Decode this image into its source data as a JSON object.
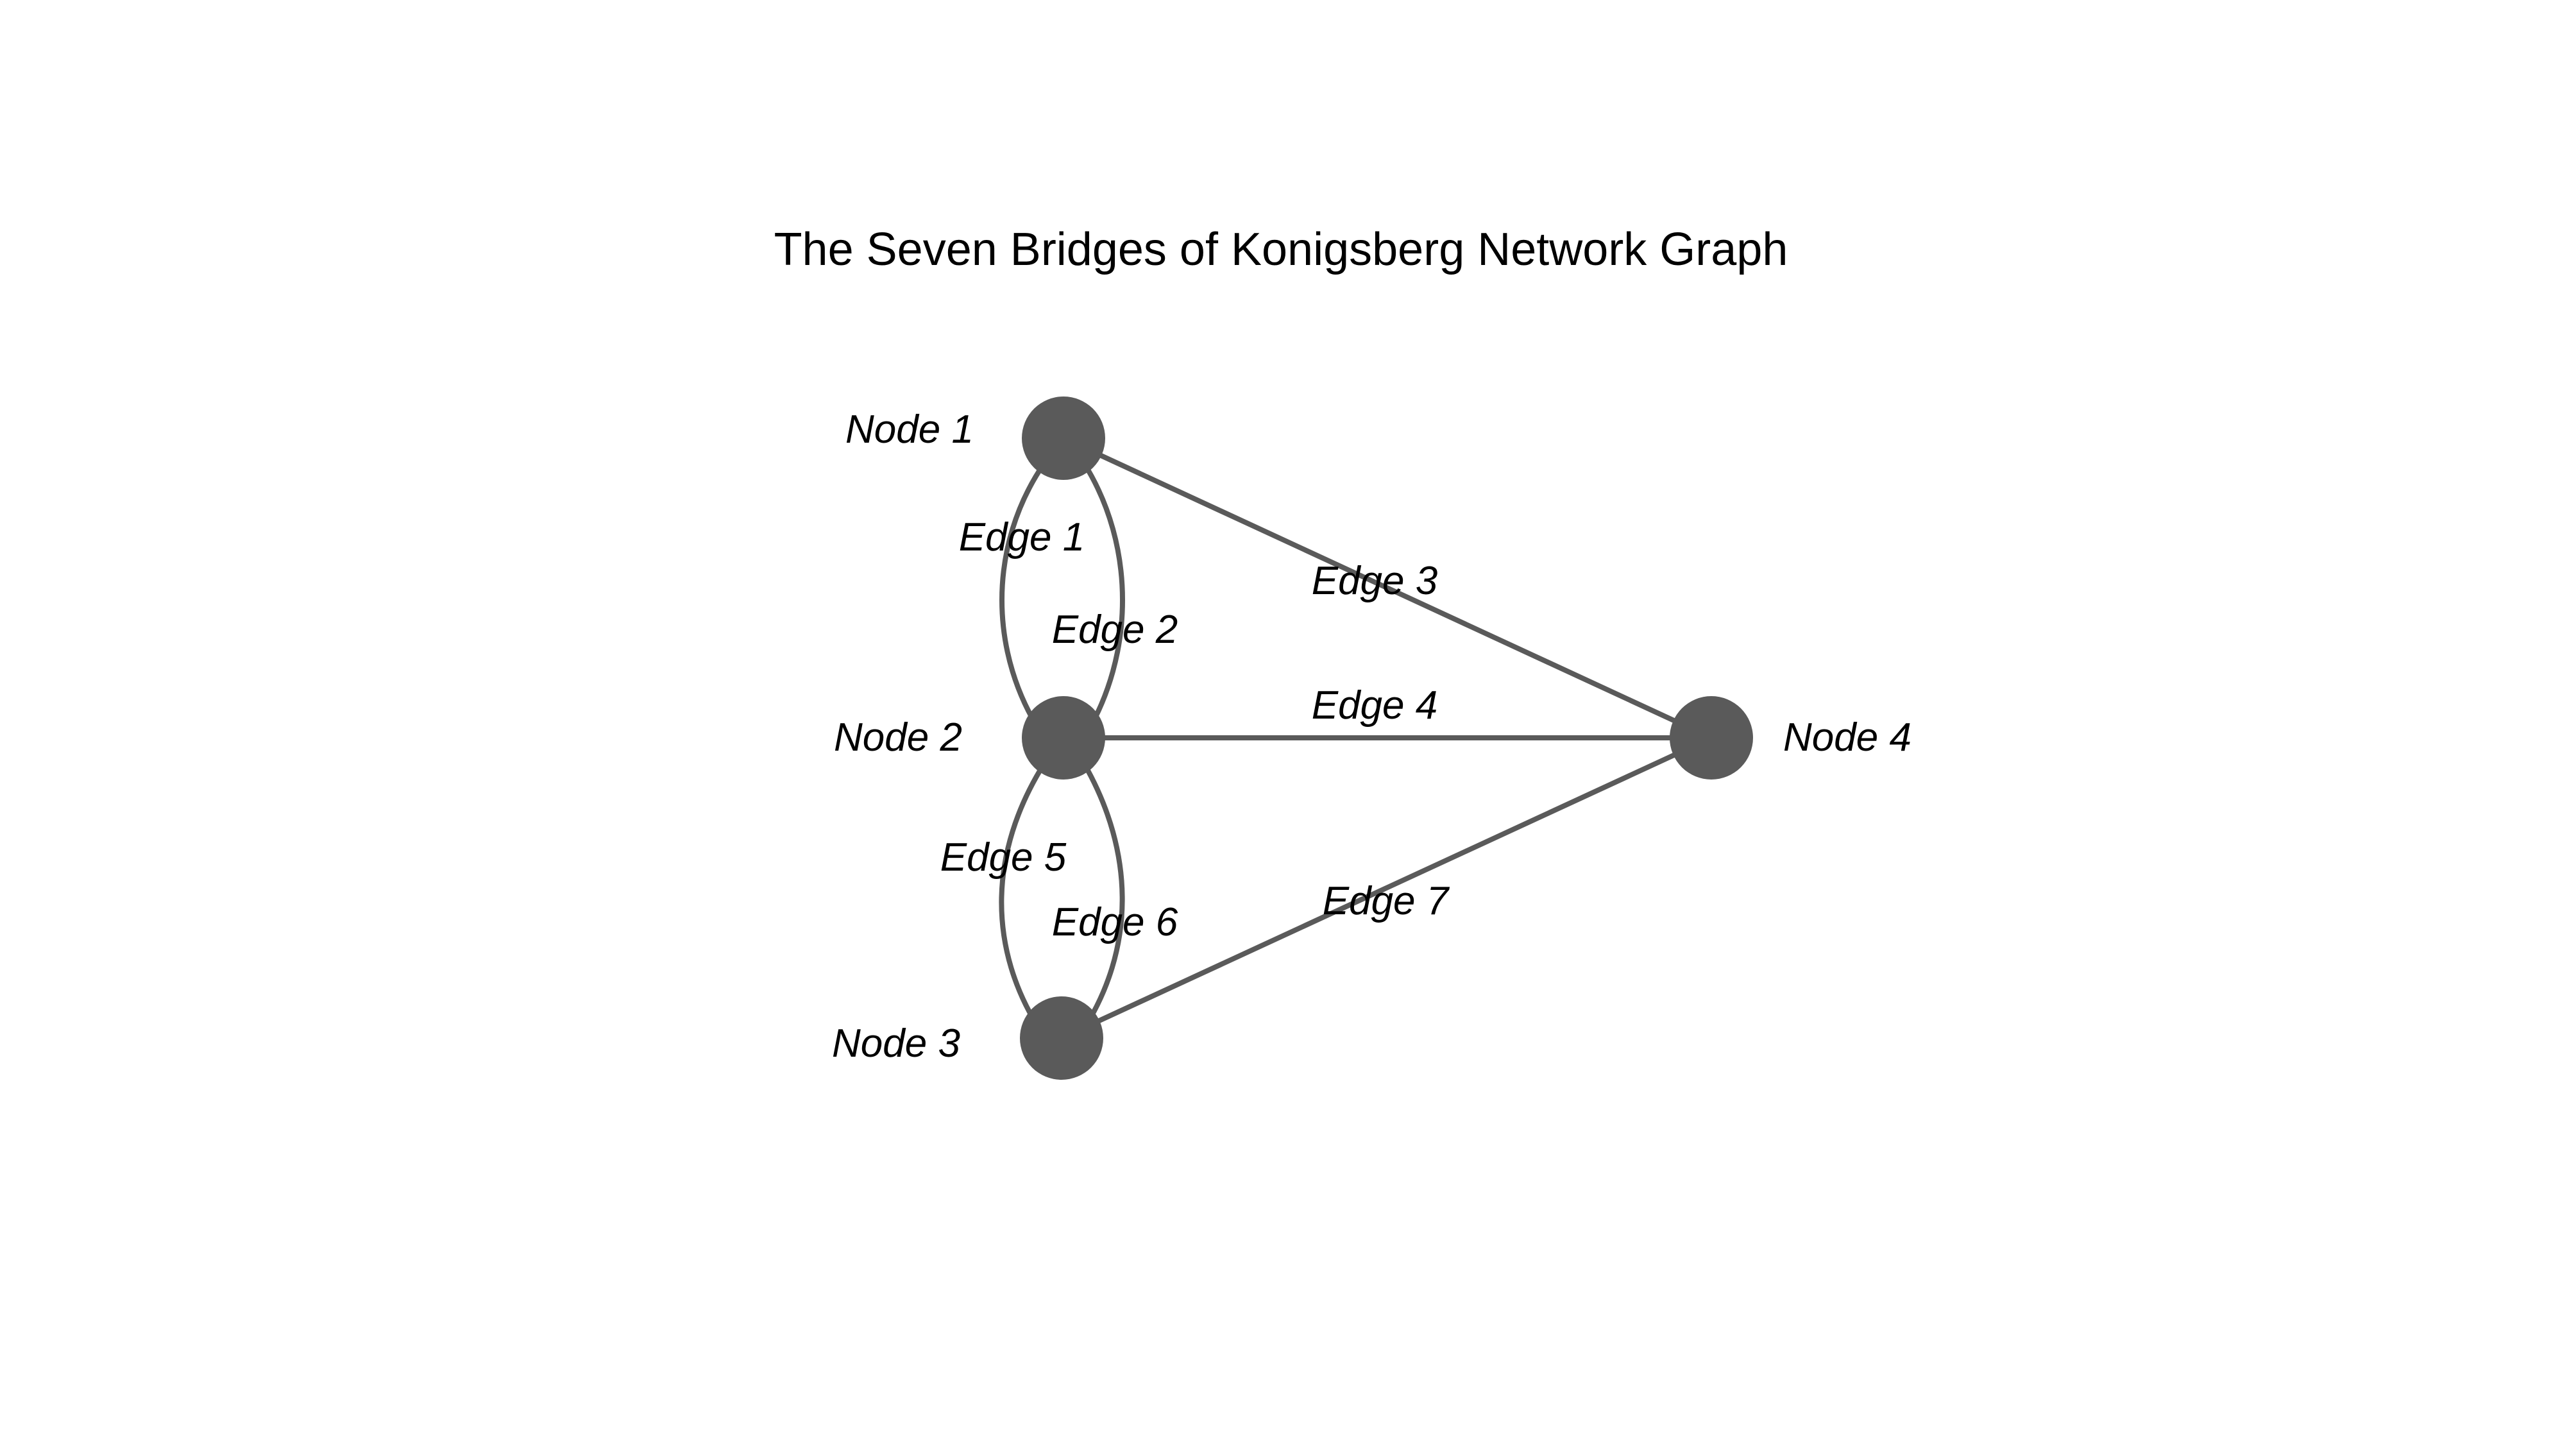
{
  "title": "The Seven Bridges of Konigsberg Network Graph",
  "colors": {
    "node_fill": "#5a5a5a",
    "edge_stroke": "#5a5a5a",
    "background": "#ffffff",
    "text": "#000000"
  },
  "nodes": [
    {
      "id": "n1",
      "label": "Node 1"
    },
    {
      "id": "n2",
      "label": "Node 2"
    },
    {
      "id": "n3",
      "label": "Node 3"
    },
    {
      "id": "n4",
      "label": "Node 4"
    }
  ],
  "edges": [
    {
      "id": "e1",
      "label": "Edge 1",
      "from": "Node 1",
      "to": "Node 2"
    },
    {
      "id": "e2",
      "label": "Edge 2",
      "from": "Node 1",
      "to": "Node 2"
    },
    {
      "id": "e3",
      "label": "Edge 3",
      "from": "Node 1",
      "to": "Node 4"
    },
    {
      "id": "e4",
      "label": "Edge 4",
      "from": "Node 2",
      "to": "Node 4"
    },
    {
      "id": "e5",
      "label": "Edge 5",
      "from": "Node 2",
      "to": "Node 3"
    },
    {
      "id": "e6",
      "label": "Edge 6",
      "from": "Node 2",
      "to": "Node 3"
    },
    {
      "id": "e7",
      "label": "Edge 7",
      "from": "Node 3",
      "to": "Node 4"
    }
  ]
}
